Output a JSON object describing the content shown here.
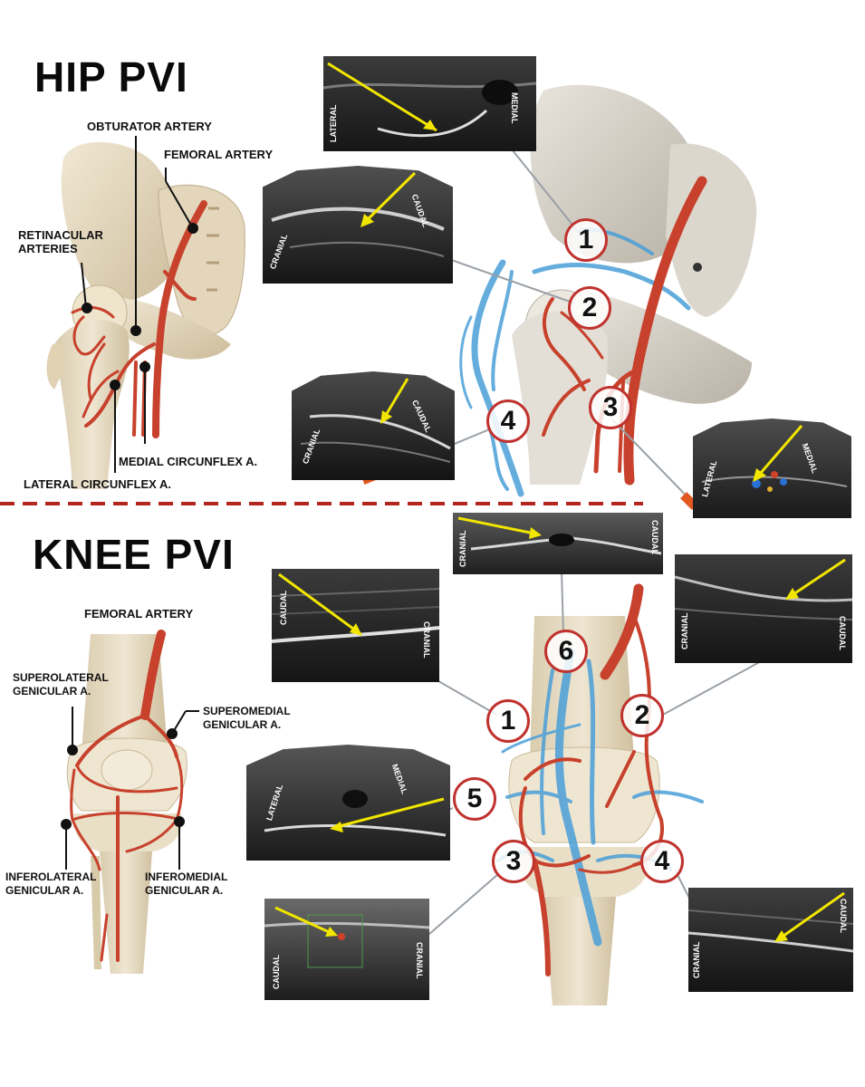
{
  "hip": {
    "title": "HIP PVI",
    "labels": {
      "obturator": "OBTURATOR ARTERY",
      "femoral": "FEMORAL ARTERY",
      "retinacular": "RETINACULAR\nARTERIES",
      "medial_circ": "MEDIAL CIRCUNFLEX A.",
      "lateral_circ": "LATERAL CIRCUNFLEX A."
    },
    "us": {
      "img1": {
        "left": "LATERAL",
        "right": "MEDIAL"
      },
      "img2": {
        "left": "CRANIAL",
        "right": "CAUDAL"
      },
      "img4": {
        "left": "CRANIAL",
        "right": "CAUDAL"
      },
      "img3": {
        "left": "LATERAL",
        "right": "MEDIAL"
      }
    },
    "points": [
      "1",
      "2",
      "3",
      "4"
    ]
  },
  "knee": {
    "title": "KNEE PVI",
    "labels": {
      "femoral": "FEMORAL ARTERY",
      "superolateral": "SUPEROLATERAL\nGENICULAR A.",
      "superomedial": "SUPEROMEDIAL\nGENICULAR A.",
      "inferolateral": "INFEROLATERAL\nGENICULAR A.",
      "inferomedial": "INFEROMEDIAL\nGENICULAR A."
    },
    "us": {
      "img6": {
        "left": "CRANIAL",
        "right": "CAUDAL"
      },
      "img1": {
        "left": "CAUDAL",
        "right": "CRANIAL"
      },
      "img2": {
        "left": "CRANIAL",
        "right": "CAUDAL"
      },
      "img5": {
        "left": "LATERAL",
        "right": "MEDIAL"
      },
      "img3": {
        "left": "CAUDAL",
        "right": "CRANIAL"
      },
      "img4": {
        "left": "CRANIAL",
        "right": "CAUDAL"
      }
    },
    "points": [
      "1",
      "2",
      "3",
      "4",
      "5",
      "6"
    ]
  },
  "colors": {
    "artery": "#c7412c",
    "bone": "#e6dac2",
    "divider": "#b3261e",
    "marker": "#c0322e",
    "arrow": "#f2e600",
    "fluid": "#4a9fd8"
  }
}
